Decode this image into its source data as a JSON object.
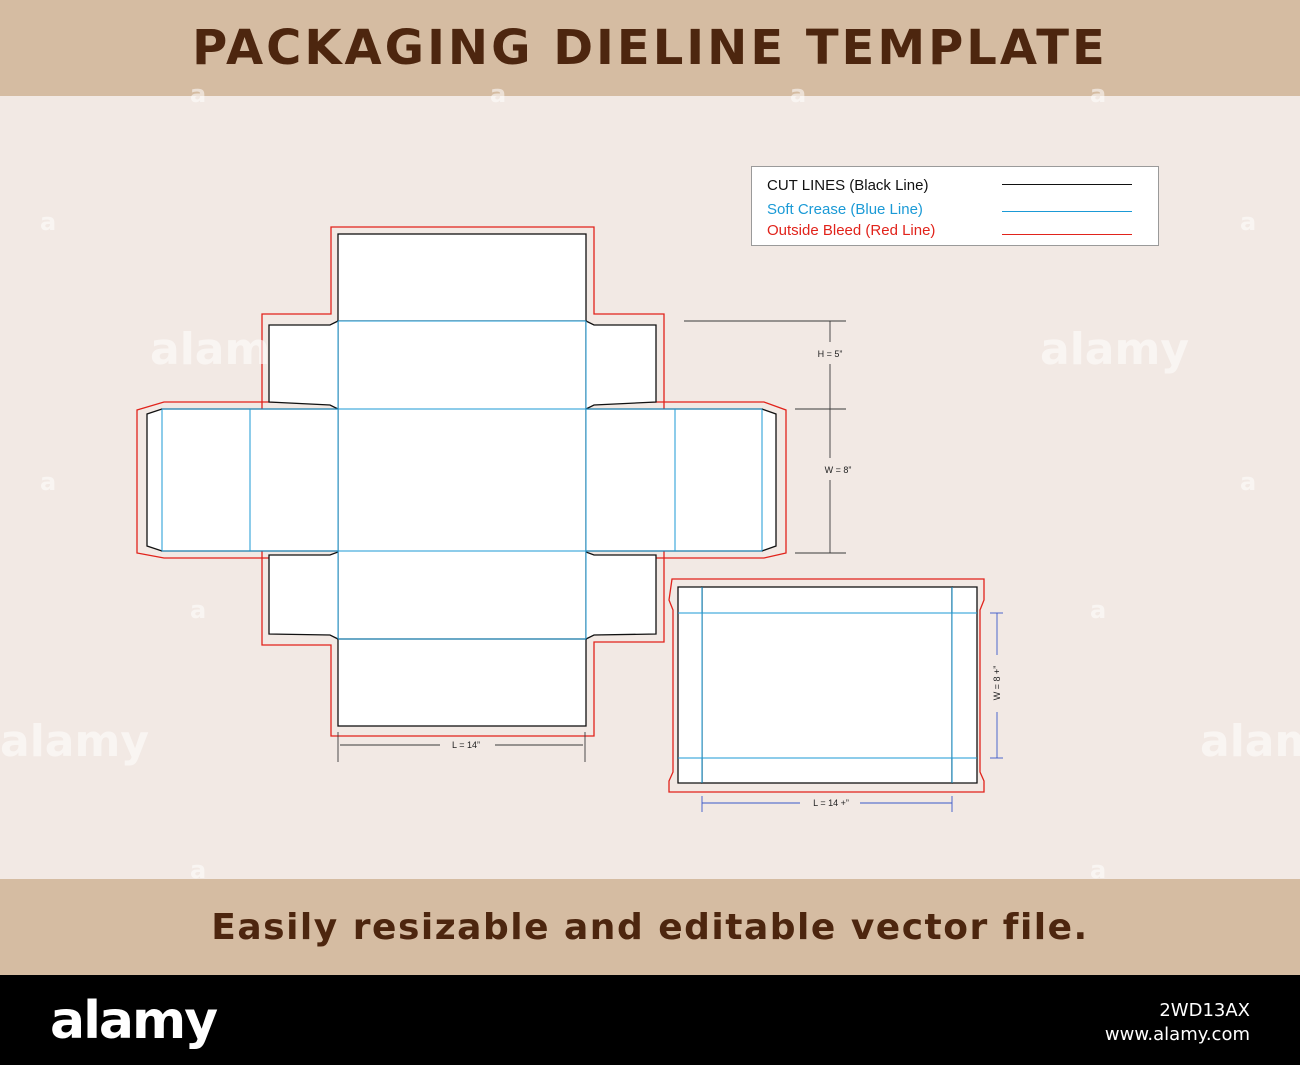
{
  "header": {
    "title": "PACKAGING DIELINE TEMPLATE"
  },
  "footer": {
    "text": "Easily resizable and editable vector file."
  },
  "legend": {
    "items": [
      {
        "label": "CUT LINES (Black Line)",
        "color": "#111111"
      },
      {
        "label": "Soft Crease (Blue Line)",
        "color": "#1b9ad6"
      },
      {
        "label": "Outside Bleed (Red Line)",
        "color": "#e1231b"
      }
    ]
  },
  "dimensions": {
    "height": "H = 5”",
    "width": "W = 8”",
    "length": "L = 14”",
    "lid_width": "W = 8 +”",
    "lid_length": "L = 14 +”"
  },
  "colors": {
    "cut": "#111111",
    "crease": "#1b9ad6",
    "bleed": "#e1231b",
    "band": "#d5bca2",
    "canvas": "#f2e9e4",
    "title_text": "#4d260f"
  },
  "watermark": {
    "small": "a",
    "large": "alamy"
  },
  "stock_bar": {
    "logo": "alamy",
    "image_id": "2WD13AX",
    "site": "www.alamy.com"
  }
}
